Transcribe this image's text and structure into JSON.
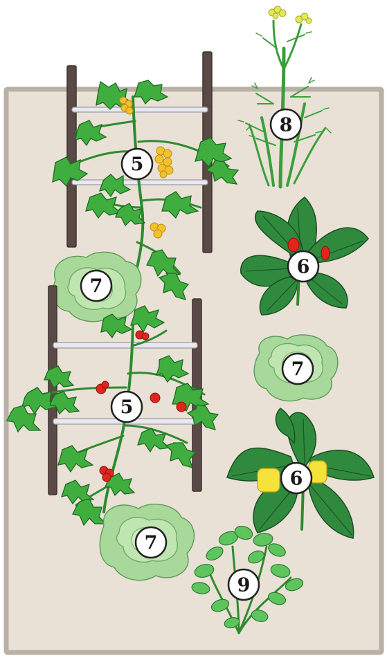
{
  "diagram": {
    "bed_color": "#e9e1d6",
    "bed_border_color": "#b9b0a6",
    "labels": [
      {
        "id": "tomato-yellow-label",
        "text": "5"
      },
      {
        "id": "tomato-red-label",
        "text": "5"
      },
      {
        "id": "pepper-red-label",
        "text": "6"
      },
      {
        "id": "pepper-yellow-label",
        "text": "6"
      },
      {
        "id": "lettuce-top-label",
        "text": "7"
      },
      {
        "id": "lettuce-right-label",
        "text": "7"
      },
      {
        "id": "lettuce-bottom-label",
        "text": "7"
      },
      {
        "id": "fennel-label",
        "text": "8"
      },
      {
        "id": "basil-label",
        "text": "9"
      }
    ],
    "colors": {
      "tomato_yellow": "#f2c12e",
      "tomato_red": "#e0261c",
      "pepper_red": "#e0261c",
      "pepper_yellow": "#f5e23a",
      "flower_yellow": "#e3e85a"
    }
  }
}
